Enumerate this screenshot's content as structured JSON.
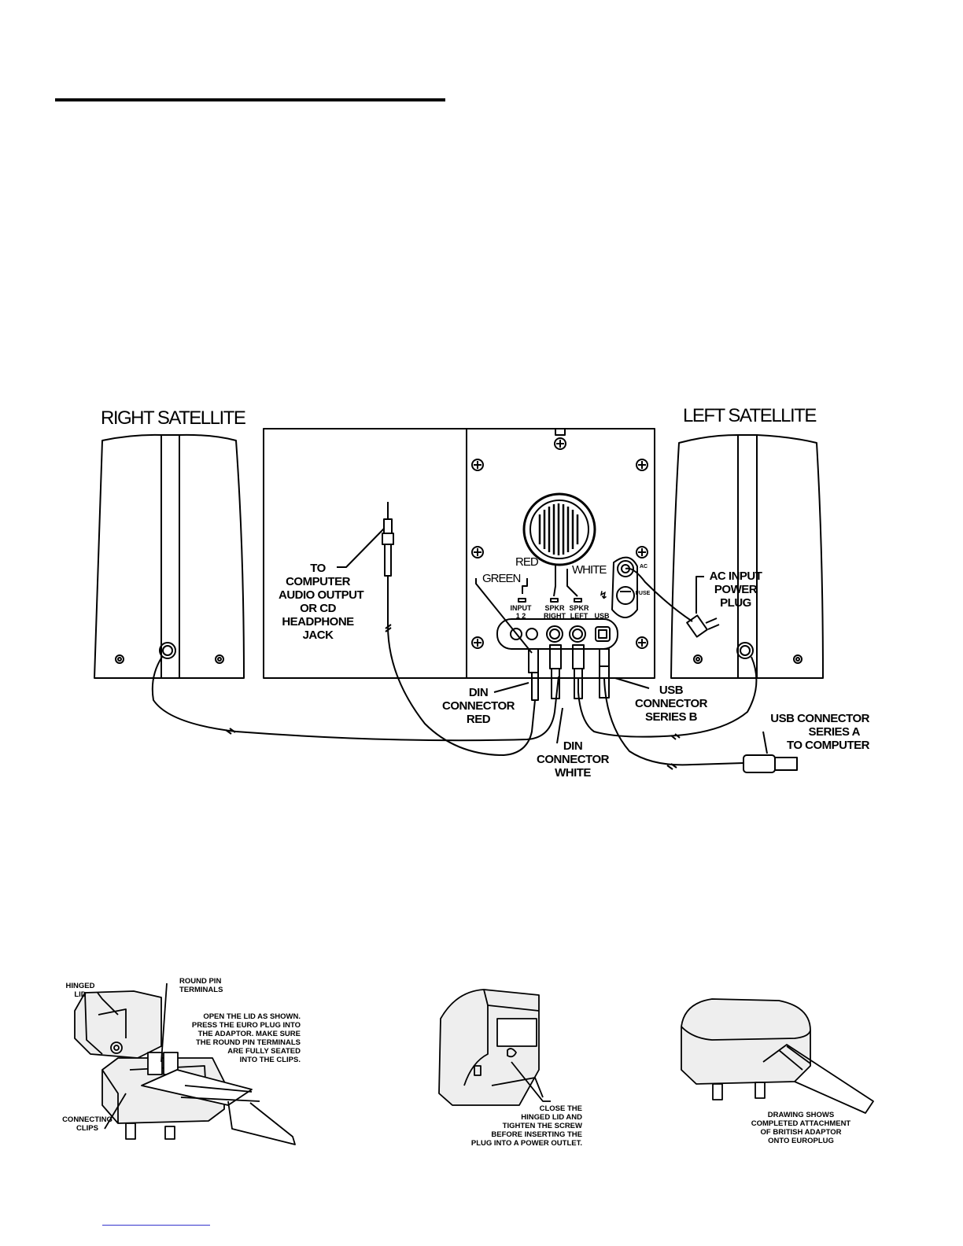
{
  "top_diagram": {
    "right_satellite_title": "RIGHT SATELLITE",
    "left_satellite_title": "LEFT SATELLITE",
    "audio_callout": [
      "TO",
      "COMPUTER",
      "AUDIO OUTPUT",
      "OR CD",
      "HEADPHONE",
      "JACK"
    ],
    "red_label": "RED",
    "white_label": "WHITE",
    "green_label": "GREEN",
    "input_label": "INPUT",
    "input_numbers": "1    2",
    "spkr_right_label": [
      "SPKR",
      "RIGHT"
    ],
    "spkr_left_label": [
      "SPKR",
      "LEFT"
    ],
    "usb_port_label": "USB",
    "ac_label": "AC",
    "fuse_label": "FUSE",
    "ac_input_callout": [
      "AC INPUT",
      "POWER",
      "PLUG"
    ],
    "din_red_callout": [
      "DIN",
      "CONNECTOR",
      "RED"
    ],
    "din_white_callout": [
      "DIN",
      "CONNECTOR",
      "WHITE"
    ],
    "usb_b_callout": [
      "USB",
      "CONNECTOR",
      "SERIES B"
    ],
    "usb_a_callout": [
      "USB CONNECTOR",
      "SERIES A",
      "TO COMPUTER"
    ]
  },
  "adaptor_figures": {
    "hinged_lid": [
      "HINGED",
      "LID"
    ],
    "round_pin_terminals": [
      "ROUND PIN",
      "TERMINALS"
    ],
    "open_lid_instructions": [
      "OPEN THE LID AS SHOWN.",
      "PRESS THE EURO PLUG INTO",
      "THE ADAPTOR.  MAKE SURE",
      "THE ROUND PIN TERMINALS",
      "ARE FULLY SEATED",
      "INTO THE CLIPS."
    ],
    "connecting_clips": [
      "CONNECTING",
      "CLIPS"
    ],
    "close_lid_instructions": [
      "CLOSE THE",
      "HINGED LID AND",
      "TIGHTEN THE SCREW",
      "BEFORE INSERTING THE",
      "PLUG INTO A POWER OUTLET."
    ],
    "completed_caption": [
      "DRAWING SHOWS",
      "COMPLETED ATTACHMENT",
      "OF BRITISH ADAPTOR",
      "ONTO EUROPLUG"
    ]
  }
}
